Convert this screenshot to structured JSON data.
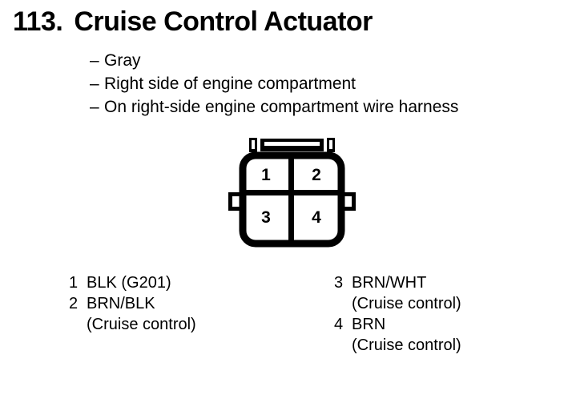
{
  "page": {
    "background_color": "#ffffff",
    "ink_color": "#000000"
  },
  "heading": {
    "number": "113.",
    "title": "Cruise Control Actuator"
  },
  "specs": {
    "dash": "–",
    "items": [
      "Gray",
      "Right side of engine compartment",
      "On right-side engine compartment wire harness"
    ]
  },
  "connector": {
    "name": "4-pin connector face view",
    "pin_count": 4,
    "pins": [
      {
        "id": "1",
        "row": 0,
        "col": 0
      },
      {
        "id": "2",
        "row": 0,
        "col": 1
      },
      {
        "id": "3",
        "row": 1,
        "col": 0
      },
      {
        "id": "4",
        "row": 1,
        "col": 1
      }
    ]
  },
  "legend": {
    "left_column": [
      {
        "pin": "1",
        "wire": "BLK (G201)",
        "desc": ""
      },
      {
        "pin": "2",
        "wire": "BRN/BLK",
        "desc": "(Cruise control)"
      }
    ],
    "right_column": [
      {
        "pin": "3",
        "wire": "BRN/WHT",
        "desc": "(Cruise control)"
      },
      {
        "pin": "4",
        "wire": "BRN",
        "desc": "(Cruise control)"
      }
    ]
  }
}
